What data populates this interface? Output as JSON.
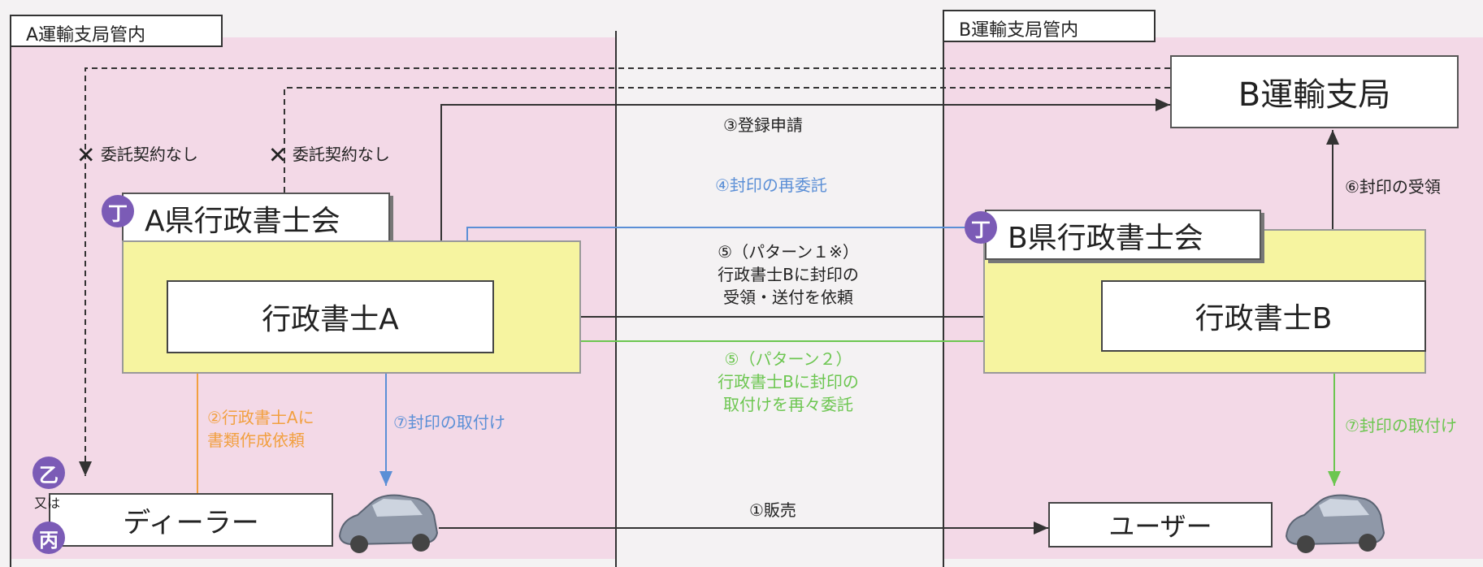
{
  "regions": {
    "a_title": "A運輸支局管内",
    "b_title": "B運輸支局管内"
  },
  "nodes": {
    "b_office": "B運輸支局",
    "a_association": "A県行政書士会",
    "b_association": "B県行政書士会",
    "scrivener_a": "行政書士A",
    "scrivener_b": "行政書士B",
    "dealer": "ディーラー",
    "user": "ユーザー"
  },
  "badges": {
    "tei_a": "丁",
    "tei_b": "丁",
    "otsu": "乙",
    "hei": "丙",
    "mataha": "又は"
  },
  "no_contract": {
    "mark": "✕",
    "label_1": "委託契約なし",
    "label_2": "委託契約なし"
  },
  "flows": {
    "sale": "①販売",
    "request_docs_1": "②行政書士Aに",
    "request_docs_2": "書類作成依頼",
    "registration": "③登録申請",
    "reconsign": "④封印の再委託",
    "pattern1_1": "⑤（パターン１※）",
    "pattern1_2": "行政書士Bに封印の",
    "pattern1_3": "受領・送付を依頼",
    "pattern2_1": "⑤（パターン２）",
    "pattern2_2": "行政書士Bに封印の",
    "pattern2_3": "取付けを再々委託",
    "receive_seal": "⑥封印の受領",
    "attach_seal_a": "⑦封印の取付け",
    "attach_seal_b": "⑦封印の取付け"
  },
  "colors": {
    "region_bg": "#f3d9e7",
    "association_bg": "#f6f4a0",
    "badge": "#7b5bb6",
    "blue": "#5b8fd6",
    "green": "#6cc650",
    "orange": "#f2a040"
  }
}
